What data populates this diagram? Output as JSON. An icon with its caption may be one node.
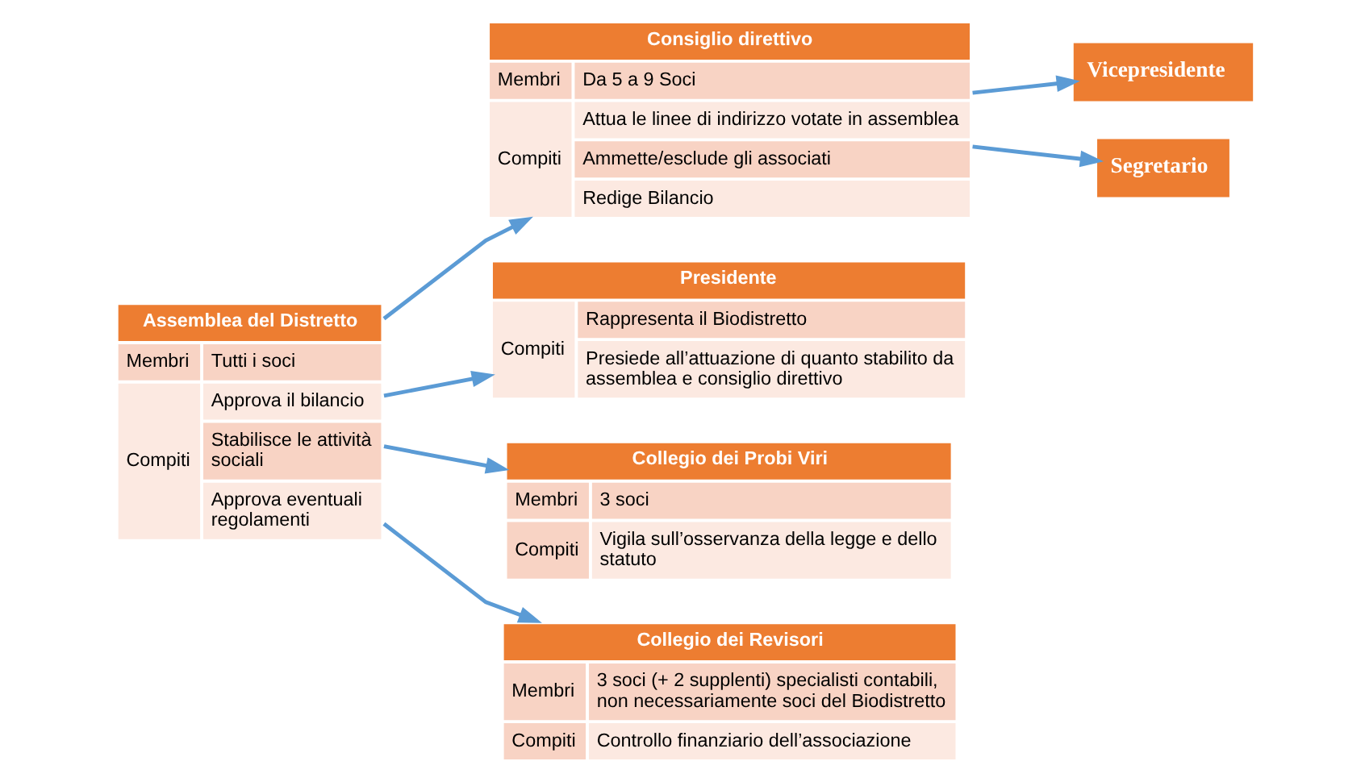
{
  "diagram": {
    "nodes": [
      {
        "text": [
          "Assemblea del Distretto",
          "Membri",
          "Tutti i soci",
          "Compiti",
          "Approva il bilancio",
          "Stabilisce le attività sociali",
          "Approva eventuali regolamenti"
        ]
      },
      {
        "text": [
          "Consiglio direttivo",
          "Membri",
          "Da 5 a 9 Soci",
          "Compiti",
          "Attua le linee di indirizzo votate in assemblea",
          "Ammette/esclude gli associati",
          "Redige Bilancio"
        ]
      },
      {
        "text": [
          "Presidente",
          "Compiti",
          "Rappresenta il Biodistretto",
          "Presiede all’attuazione di quanto stabilito da assemblea e consiglio direttivo"
        ]
      },
      {
        "text": [
          "Collegio dei Probi Viri",
          "Membri",
          "3 soci",
          "Compiti",
          "Vigila sull’osservanza della legge e dello statuto"
        ]
      },
      {
        "text": [
          "Collegio dei Revisori",
          "Membri",
          "3 soci (+ 2 supplenti) specialisti contabili, non necessariamente soci del Biodistretto",
          "Compiti",
          "Controllo finanziario dell’associazione"
        ]
      },
      {
        "text": [
          "Vicepresidente"
        ]
      },
      {
        "text": [
          "Segretario"
        ]
      }
    ],
    "edges": [
      {
        "from": 0,
        "to": 1,
        "arrow": "to"
      },
      {
        "from": 0,
        "to": 2,
        "arrow": "to"
      },
      {
        "from": 0,
        "to": 3,
        "arrow": "to"
      },
      {
        "from": 0,
        "to": 4,
        "arrow": "to"
      },
      {
        "from": 1,
        "to": 5,
        "arrow": "to"
      },
      {
        "from": 1,
        "to": 6,
        "arrow": "to"
      }
    ]
  }
}
